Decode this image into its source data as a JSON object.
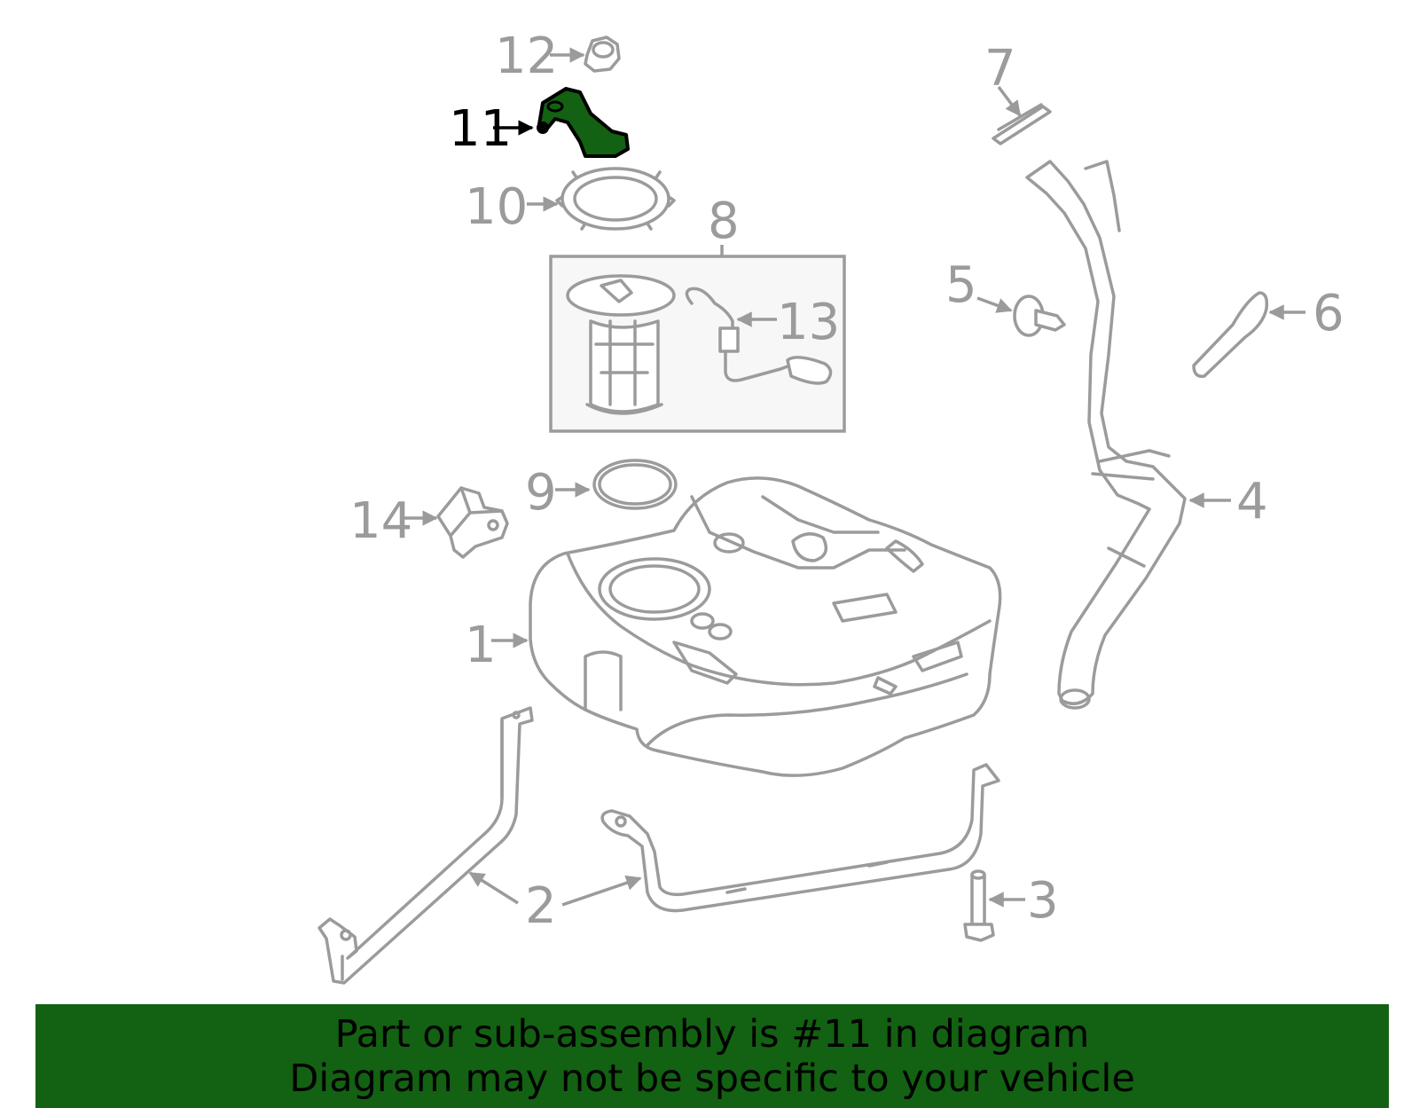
{
  "colors": {
    "line": "#9b9b9b",
    "highlight_fill": "#136112",
    "highlight_text": "#000000",
    "banner_bg": "#136112",
    "banner_text": "#000000"
  },
  "callouts": {
    "c1": "1",
    "c2": "2",
    "c3": "3",
    "c4": "4",
    "c5": "5",
    "c6": "6",
    "c7": "7",
    "c8": "8",
    "c9": "9",
    "c10": "10",
    "c11": "11",
    "c12": "12",
    "c13": "13",
    "c14": "14"
  },
  "highlighted_part": "11",
  "banner": {
    "line1": "Part or sub-assembly is #11 in diagram",
    "line2": "Diagram may not be specific to your vehicle"
  }
}
